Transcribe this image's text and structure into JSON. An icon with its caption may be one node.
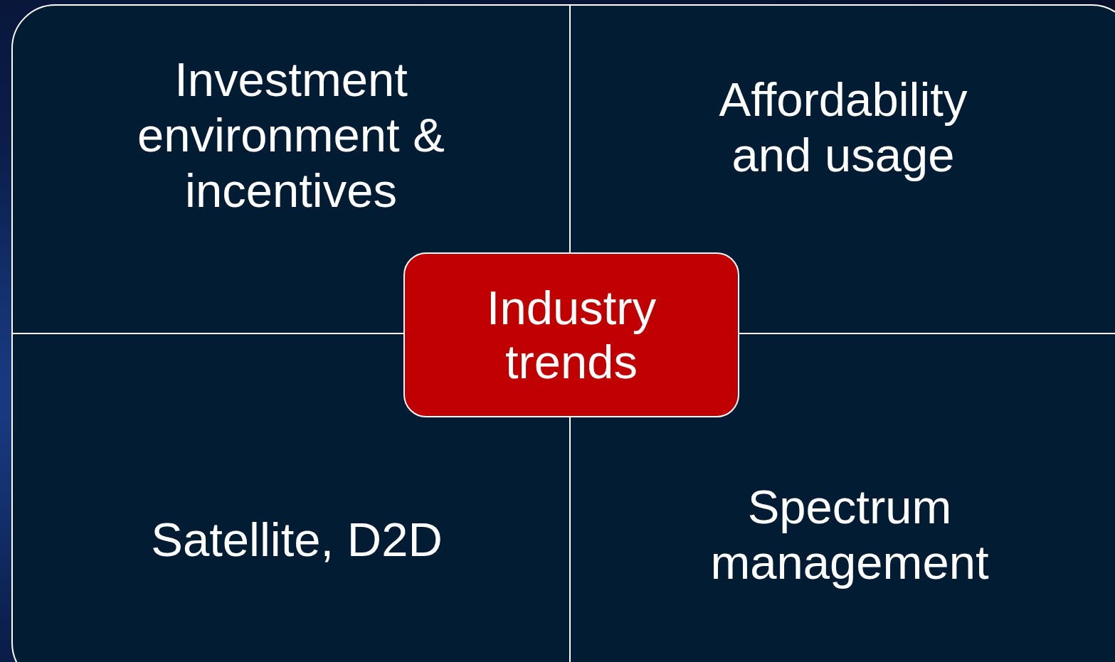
{
  "diagram": {
    "nodes": [
      {
        "text": [],
        "shape": "box"
      },
      {
        "text": [
          "Investment environment & incentives"
        ],
        "in": 0
      },
      {
        "text": [
          "Affordability and usage"
        ],
        "in": 0
      },
      {
        "text": [
          "Industry trends"
        ],
        "in": 0
      },
      {
        "text": [
          "Satellite, D2D"
        ],
        "in": 0
      },
      {
        "text": [
          "Spectrum management"
        ],
        "in": 0
      }
    ]
  }
}
